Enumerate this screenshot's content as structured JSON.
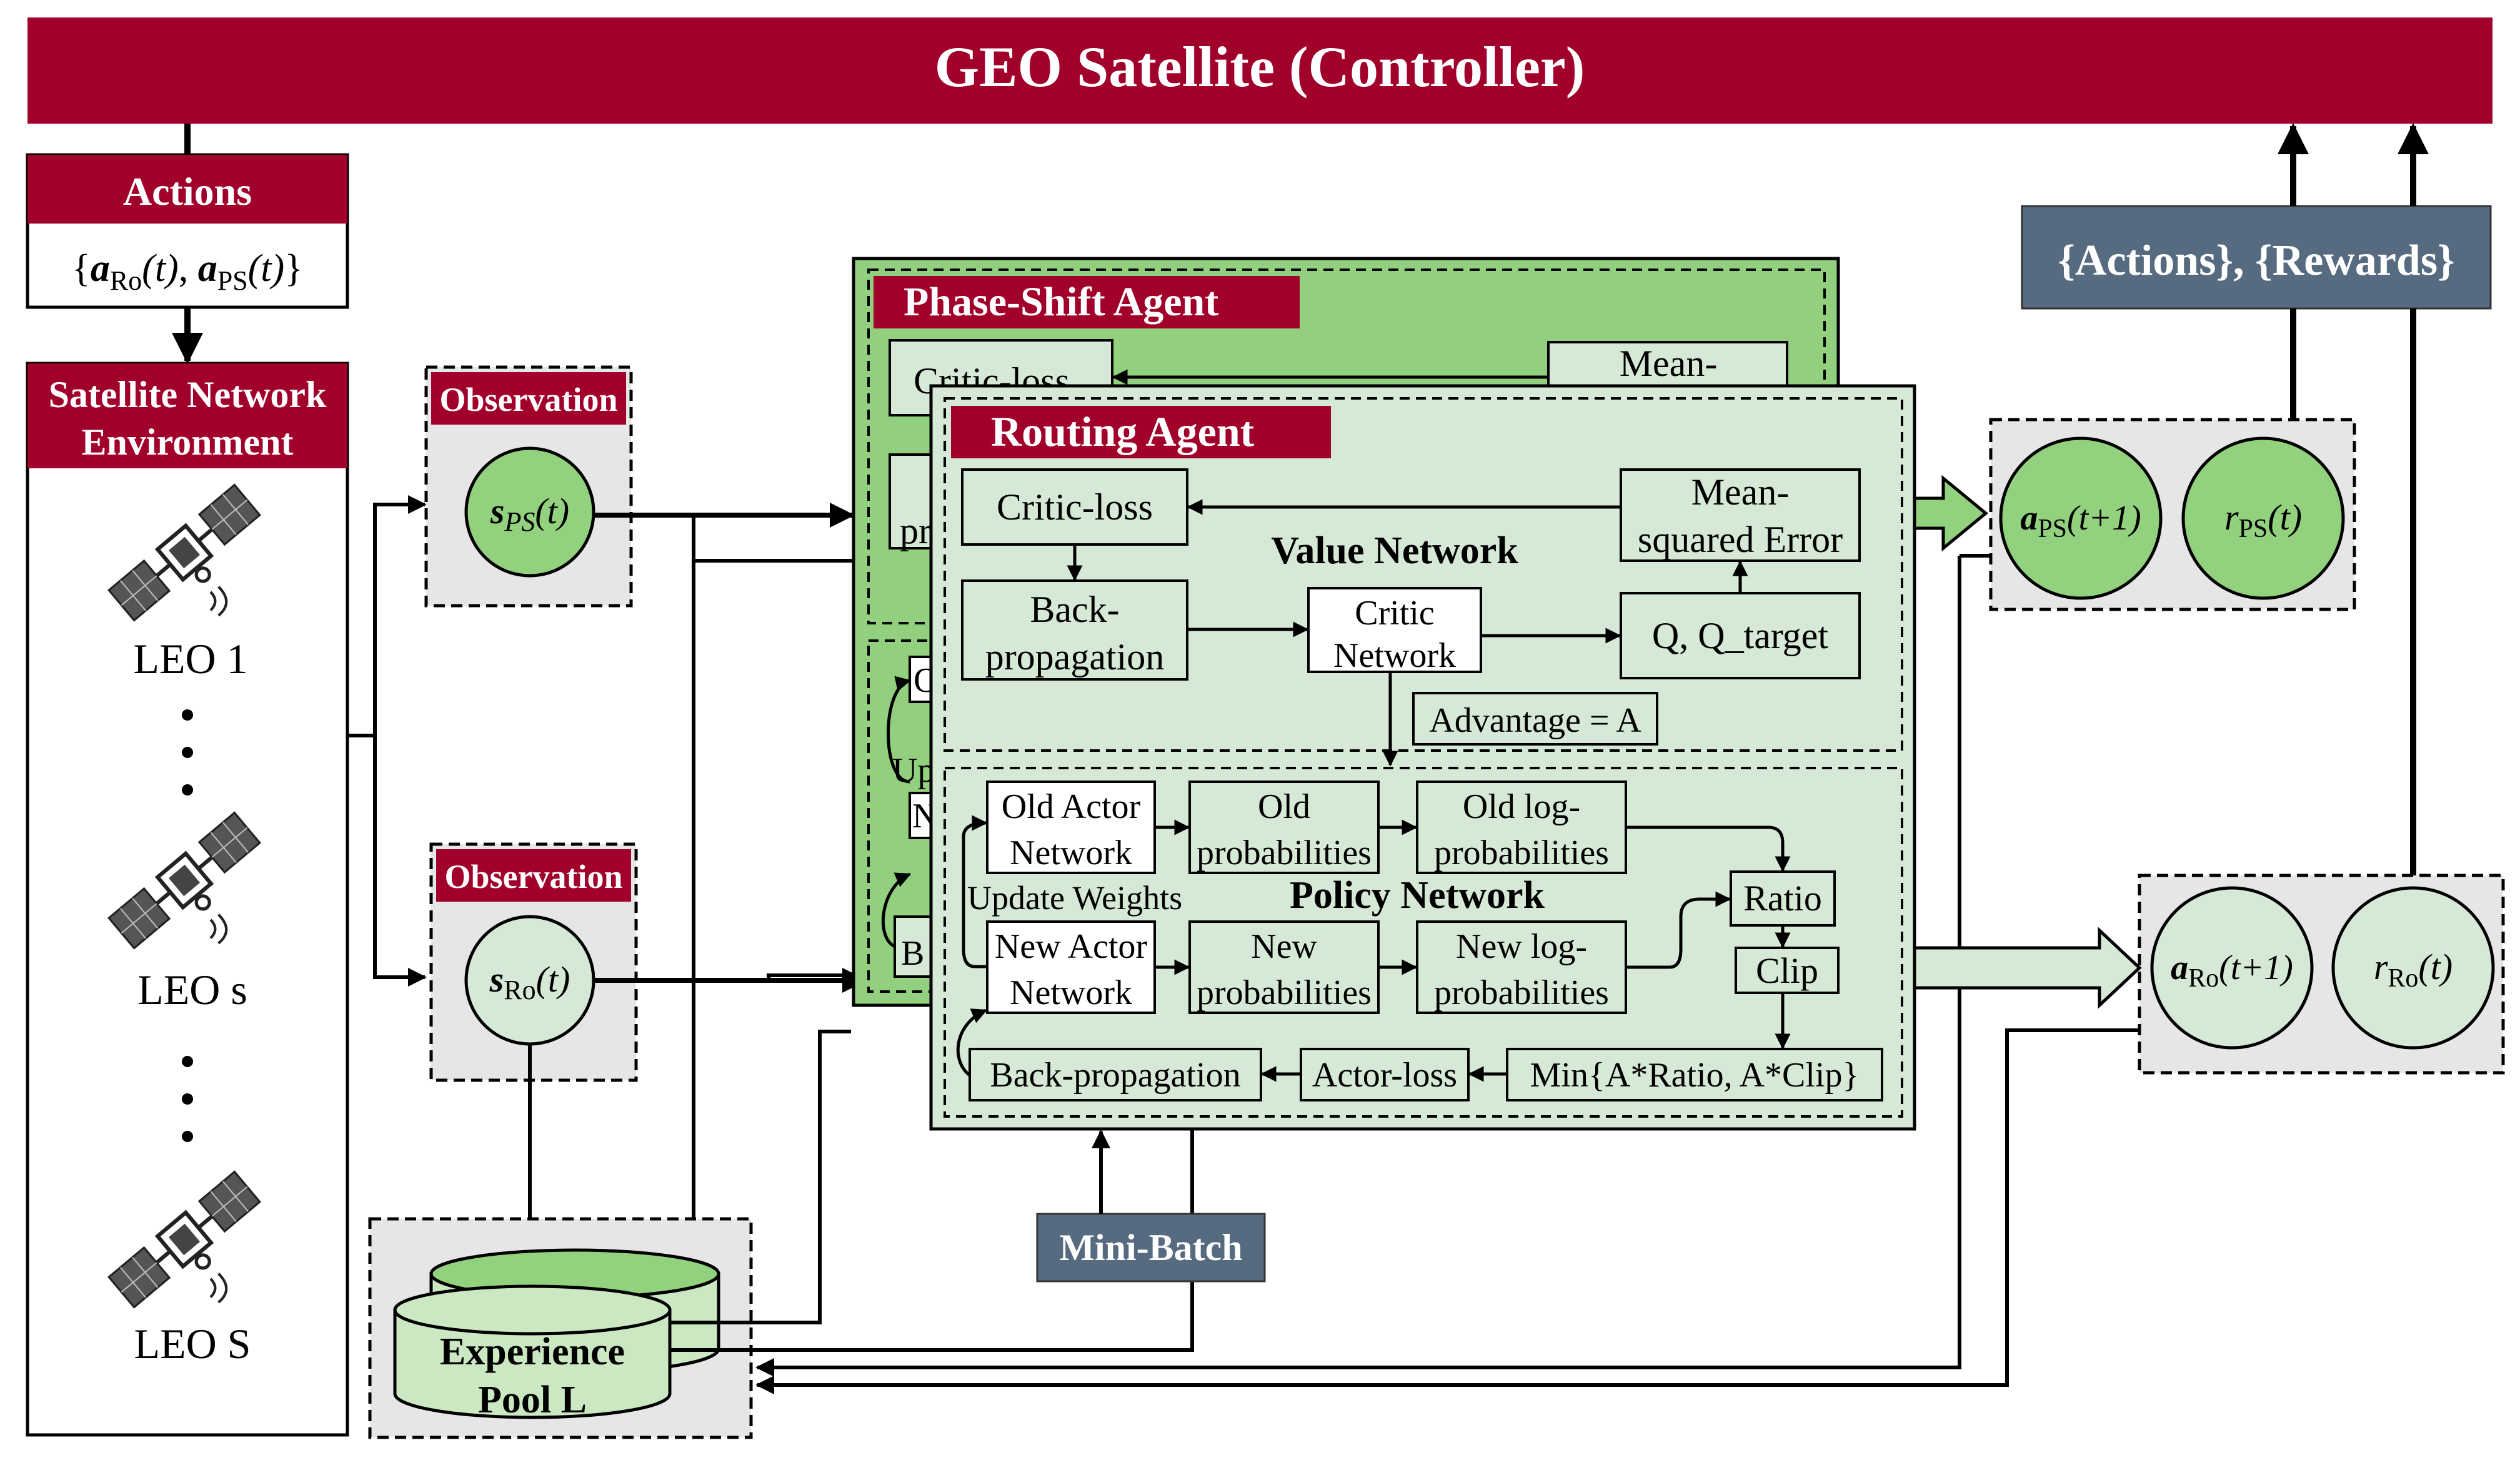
{
  "title": "GEO Satellite (Controller)",
  "actions_box": {
    "header": "Actions",
    "a_label": "a",
    "ro_sub": "Ro",
    "ps_sub": "PS",
    "t_arg": "(t)",
    "brace_open": "{",
    "brace_close": "}",
    "comma": ", "
  },
  "environment": {
    "header_line1": "Satellite Network",
    "header_line2": "Environment",
    "leo_labels": [
      "LEO 1",
      "LEO s",
      "LEO S"
    ],
    "vertical_dots": ":"
  },
  "observation_label": "Observation",
  "obs_ps": {
    "s": "s",
    "sub": "PS",
    "arg": "(t)"
  },
  "obs_ro": {
    "s": "s",
    "sub": "Ro",
    "arg": "(t)"
  },
  "experience_pool": {
    "line1": "Experience",
    "line2": "Pool L"
  },
  "mini_batch": "Mini-Batch",
  "actions_rewards": "{Actions}, {Rewards}",
  "ps_agent": {
    "title": "Phase-Shift Agent",
    "critic_loss_partial": "Critic-loss",
    "mean_partial": "Mean-",
    "pr_partial": "pr",
    "o_partial": "O",
    "up_partial": "Up",
    "n_partial": "N",
    "b_partial": "B"
  },
  "routing_agent": {
    "title": "Routing Agent",
    "value_network": "Value Network",
    "policy_network": "Policy Network",
    "critic_loss": "Critic-loss",
    "mse_line1": "Mean-",
    "mse_line2": "squared Error",
    "backprop_line1": "Back-",
    "backprop_line2": "propagation",
    "critic_line1": "Critic",
    "critic_line2": "Network",
    "q_target": "Q, Q_target",
    "advantage": "Advantage = A",
    "old_actor_line1": "Old Actor",
    "old_actor_line2": "Network",
    "old_prob_line1": "Old",
    "old_prob_line2": "probabilities",
    "old_logprob_line1": "Old log-",
    "old_logprob_line2": "probabilities",
    "update_weights": "Update Weights",
    "ratio": "Ratio",
    "new_actor_line1": "New Actor",
    "new_actor_line2": "Network",
    "new_prob_line1": "New",
    "new_prob_line2": "probabilities",
    "new_logprob_line1": "New log-",
    "new_logprob_line2": "probabilities",
    "clip": "Clip",
    "backprop_bottom": "Back-propagation",
    "actor_loss": "Actor-loss",
    "min_box": "Min{A*Ratio, A*Clip}"
  },
  "output_ps": {
    "a": "a",
    "a_sub": "PS",
    "a_arg": "(t+1)",
    "r": "r",
    "r_sub": "PS",
    "r_arg": "(t)"
  },
  "output_ro": {
    "a": "a",
    "a_sub": "Ro",
    "a_arg": "(t+1)",
    "r": "r",
    "r_sub": "Ro",
    "r_arg": "(t)"
  },
  "colors": {
    "crimson": "#A0002A",
    "slate": "#566B80",
    "agent_green": "#92CF7E",
    "light_green": "#D6E8D6",
    "circle_green": "#92D17D",
    "pool_green": "#CBE8C3",
    "gray_fill": "#E6E6E6"
  },
  "icons": {
    "satellite": "satellite-icon"
  }
}
